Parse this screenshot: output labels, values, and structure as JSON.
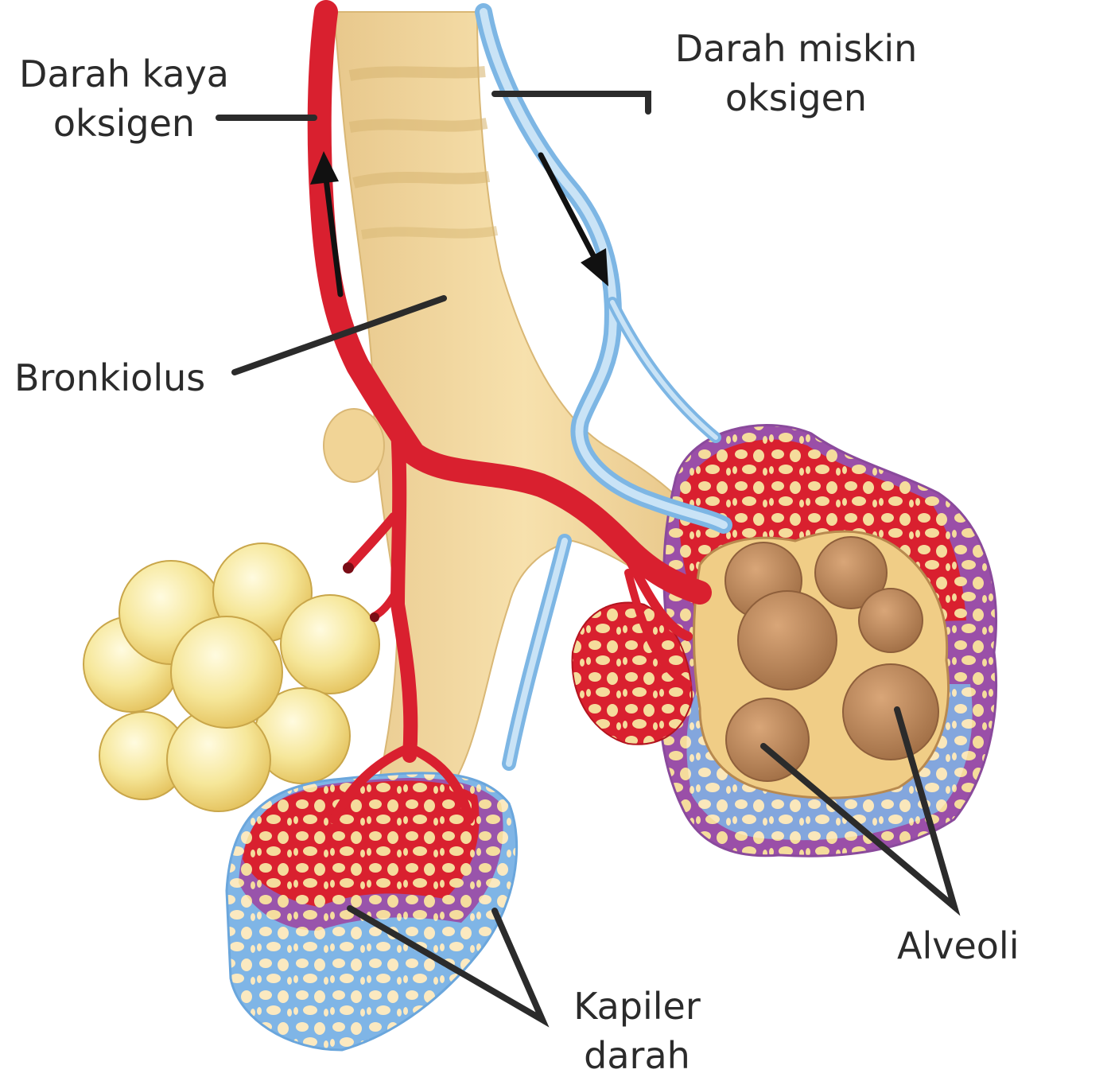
{
  "labels": {
    "oxygen_rich": {
      "line1": "Darah kaya",
      "line2": "oksigen"
    },
    "oxygen_poor": {
      "line1": "Darah miskin",
      "line2": "oksigen"
    },
    "bronchiole": "Bronkiolus",
    "capillaries": {
      "line1": "Kapiler",
      "line2": "darah"
    },
    "alveoli": "Alveoli"
  },
  "colors": {
    "oxygen_rich_blood": "#d9202f",
    "oxygen_poor_blood": "#8cc4ea",
    "bronchiole_tissue": "#f1d79f",
    "alveolus_sac": "#f4e390",
    "alveolus_interior": "#b9855a",
    "leader_line": "#2b2b2b"
  },
  "flow_arrows": [
    {
      "vessel": "oxygen_rich_blood",
      "direction": "up"
    },
    {
      "vessel": "oxygen_poor_blood",
      "direction": "down"
    }
  ]
}
